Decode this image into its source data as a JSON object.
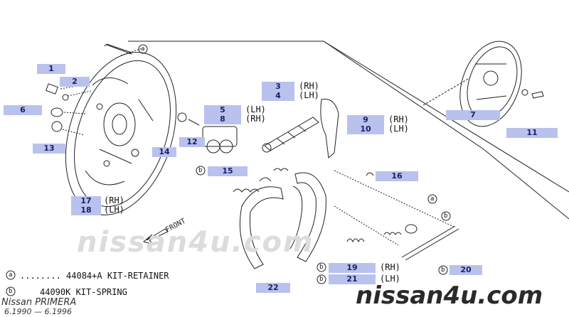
{
  "diagram": {
    "labels": [
      {
        "id": "1",
        "text": "1"
      },
      {
        "id": "2",
        "text": "2"
      },
      {
        "id": "6",
        "text": "6"
      },
      {
        "id": "13",
        "text": "13"
      },
      {
        "id": "3",
        "text": "3"
      },
      {
        "id": "4",
        "text": "4"
      },
      {
        "id": "5",
        "text": "5"
      },
      {
        "id": "8",
        "text": "8"
      },
      {
        "id": "12",
        "text": "12"
      },
      {
        "id": "14",
        "text": "14"
      },
      {
        "id": "9",
        "text": "9"
      },
      {
        "id": "10",
        "text": "10"
      },
      {
        "id": "7",
        "text": "7"
      },
      {
        "id": "11",
        "text": "11"
      },
      {
        "id": "15",
        "text": "15"
      },
      {
        "id": "16",
        "text": "16"
      },
      {
        "id": "17",
        "text": "17"
      },
      {
        "id": "18",
        "text": "18"
      },
      {
        "id": "19",
        "text": "19"
      },
      {
        "id": "21",
        "text": "21"
      },
      {
        "id": "20",
        "text": "20"
      },
      {
        "id": "22",
        "text": "22"
      }
    ],
    "sides": {
      "p3": "(RH)",
      "p4": "(LH)",
      "p5": "(LH)",
      "p8": "(RH)",
      "p9": "(RH)",
      "p10": "(LH)",
      "p17": "(RH)",
      "p18": "(LH)",
      "p19": "(RH)",
      "p21": "(LH)"
    },
    "callouts": {
      "a": "a",
      "b": "b"
    },
    "front_label": "FRONT"
  },
  "legend": [
    {
      "mark": "a",
      "text": "........ 44084+A KIT-RETAINER"
    },
    {
      "mark": "b",
      "text": "44090K KIT-SPRING"
    }
  ],
  "footer": {
    "model": "Nissan PRIMERA",
    "years": "6.1990 — 6.1996"
  },
  "watermark": {
    "faint": "nissan4u.com",
    "brand": "nissan4u.com"
  }
}
